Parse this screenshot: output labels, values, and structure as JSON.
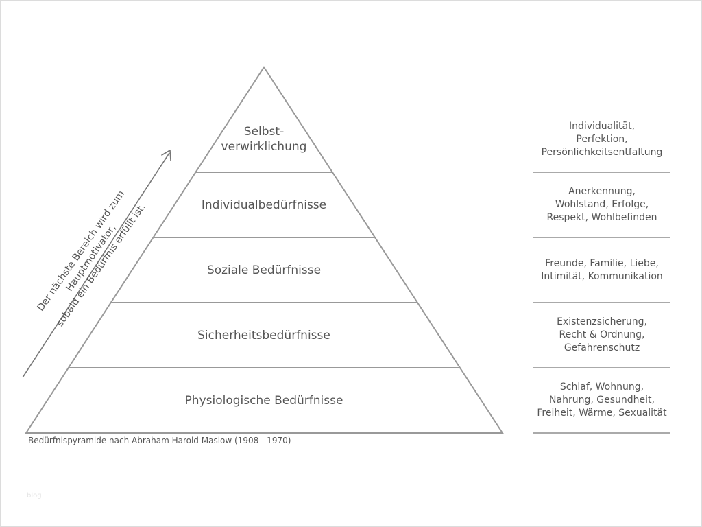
{
  "diagram": {
    "levels": [
      {
        "label": "Selbst-\nverwirklichung",
        "details": "Individualität,\nPerfektion,\nPersönlichkeitsentfaltung"
      },
      {
        "label": "Individualbedürfnisse",
        "details": "Anerkennung,\nWohlstand, Erfolge,\nRespekt, Wohlbefinden"
      },
      {
        "label": "Soziale Bedürfnisse",
        "details": "Freunde, Familie, Liebe,\nIntimität, Kommunikation"
      },
      {
        "label": "Sicherheitsbedürfnisse",
        "details": "Existenzsicherung,\nRecht & Ordnung,\nGefahrenschutz"
      },
      {
        "label": "Physiologische Bedürfnisse",
        "details": "Schlaf, Wohnung,\nNahrung, Gesundheit,\nFreiheit, Wärme, Sexualität"
      }
    ],
    "arrow_note": "Der nächste Bereich wird zum Hauptmotivator,\nsobald ein Bedürfnis erfüllt ist.",
    "caption": "Bedürfnispyramide nach Abraham Harold Maslow (1908 - 1970)",
    "watermark": "blog",
    "colors": {
      "stroke": "#999999",
      "text": "#555555"
    }
  }
}
